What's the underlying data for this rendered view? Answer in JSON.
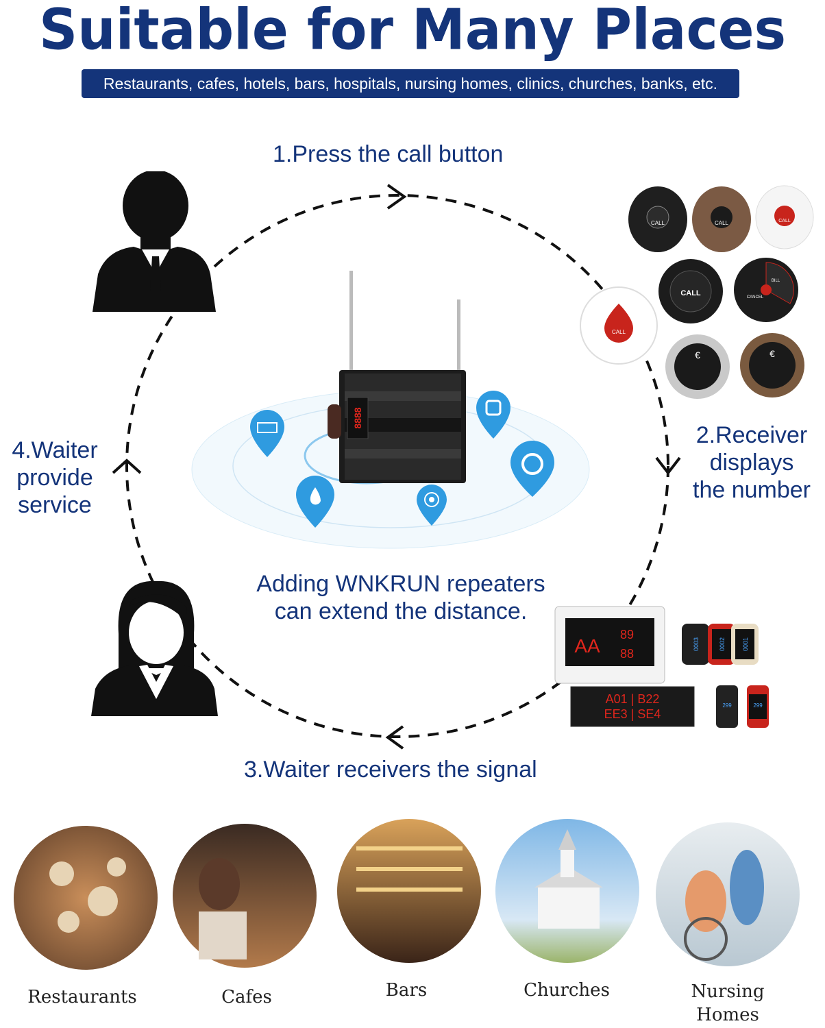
{
  "header": {
    "title": "Suitable for Many Places",
    "subtitle": "Restaurants, cafes, hotels, bars, hospitals, nursing homes, clinics, churches, banks, etc."
  },
  "steps": {
    "step1": "1.Press the call button",
    "step2_line1": "2.Receiver",
    "step2_line2": "displays",
    "step2_line3": "the number",
    "step3": "3.Waiter receivers the signal",
    "step4_line1": "4.Waiter",
    "step4_line2": "provide",
    "step4_line3": "service"
  },
  "note": {
    "line1": "Adding WNKRUN repeaters",
    "line2": "can extend the distance."
  },
  "devices": {
    "call_label": "CALL",
    "bill_label": "BILL",
    "cancel_label": "CANCEL",
    "euro_symbol": "€",
    "display_main": "AA",
    "display_digits_top": "89",
    "display_digits_bottom": "88",
    "panel_row1": "A01 | B22",
    "panel_row2": "EE3 | SE4",
    "watch1": "0003",
    "watch2": "0002",
    "watch3": "0001",
    "watch4": "299",
    "watch5": "299"
  },
  "places": [
    {
      "label": "Restaurants"
    },
    {
      "label": "Cafes"
    },
    {
      "label": "Bars"
    },
    {
      "label": "Churches"
    },
    {
      "label": "Nursing",
      "label2": "Homes"
    }
  ],
  "colors": {
    "brand_navy": "#14347a",
    "accent_blue": "#2f9be0",
    "call_red": "#c8241c"
  }
}
